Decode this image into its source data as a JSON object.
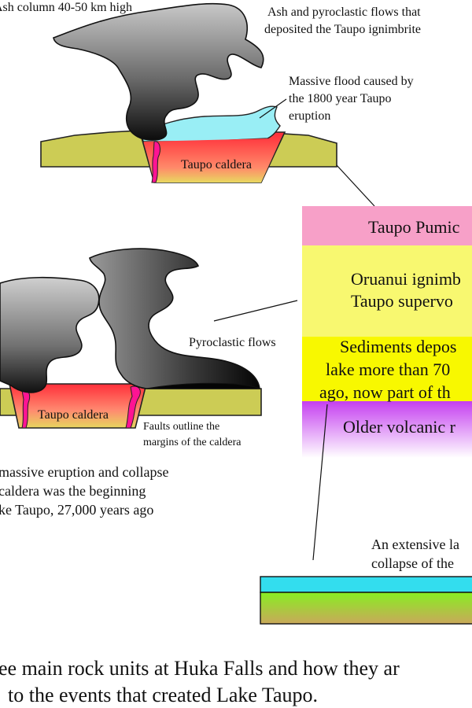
{
  "top_scene": {
    "ash_column_label": "Ash column 40-50 km high",
    "ash_flow_label_1": "Ash and pyroclastic flows that",
    "ash_flow_label_2": "deposited the Taupo ignimbrite",
    "flood_label_1": "Massive flood caused by",
    "flood_label_2": "the 1800 year Taupo",
    "flood_label_3": "eruption",
    "caldera_label": "Taupo caldera"
  },
  "bottom_scene": {
    "pyroclastic_label": "Pyroclastic flows",
    "caldera_label": "Taupo caldera",
    "faults_label_1": "Faults outline the",
    "faults_label_2": "margins of the caldera",
    "caption_1": "massive eruption and collapse",
    "caption_2": "caldera was the beginning",
    "caption_3": "ke Taupo, 27,000 years ago"
  },
  "column": {
    "units": [
      {
        "lines": [
          "Taupo Pumic"
        ],
        "color": "#f7a0c8"
      },
      {
        "lines": [
          "Oruanui ignimb",
          "Taupo supervo"
        ],
        "color": "#f8f870"
      },
      {
        "lines": [
          "Sediments depos",
          "lake more than 70",
          "ago, now part of th"
        ],
        "color": "#f8f800"
      },
      {
        "lines": [
          "Older volcanic r"
        ],
        "color": "#cc44ee"
      }
    ]
  },
  "lake_scene": {
    "label_1": "An extensive la",
    "label_2": "collapse of the"
  },
  "bottom_caption": {
    "line_1": "ee main rock units at Huka Falls and how they ar",
    "line_2": "to the events that created Lake Taupo."
  },
  "colors": {
    "ground": "#cccc55",
    "magma": "#ff4040",
    "conduit": "#ff1493",
    "water": "#99eef5",
    "lake_water": "#33ddee",
    "lake_sediment": "#88dd22"
  }
}
